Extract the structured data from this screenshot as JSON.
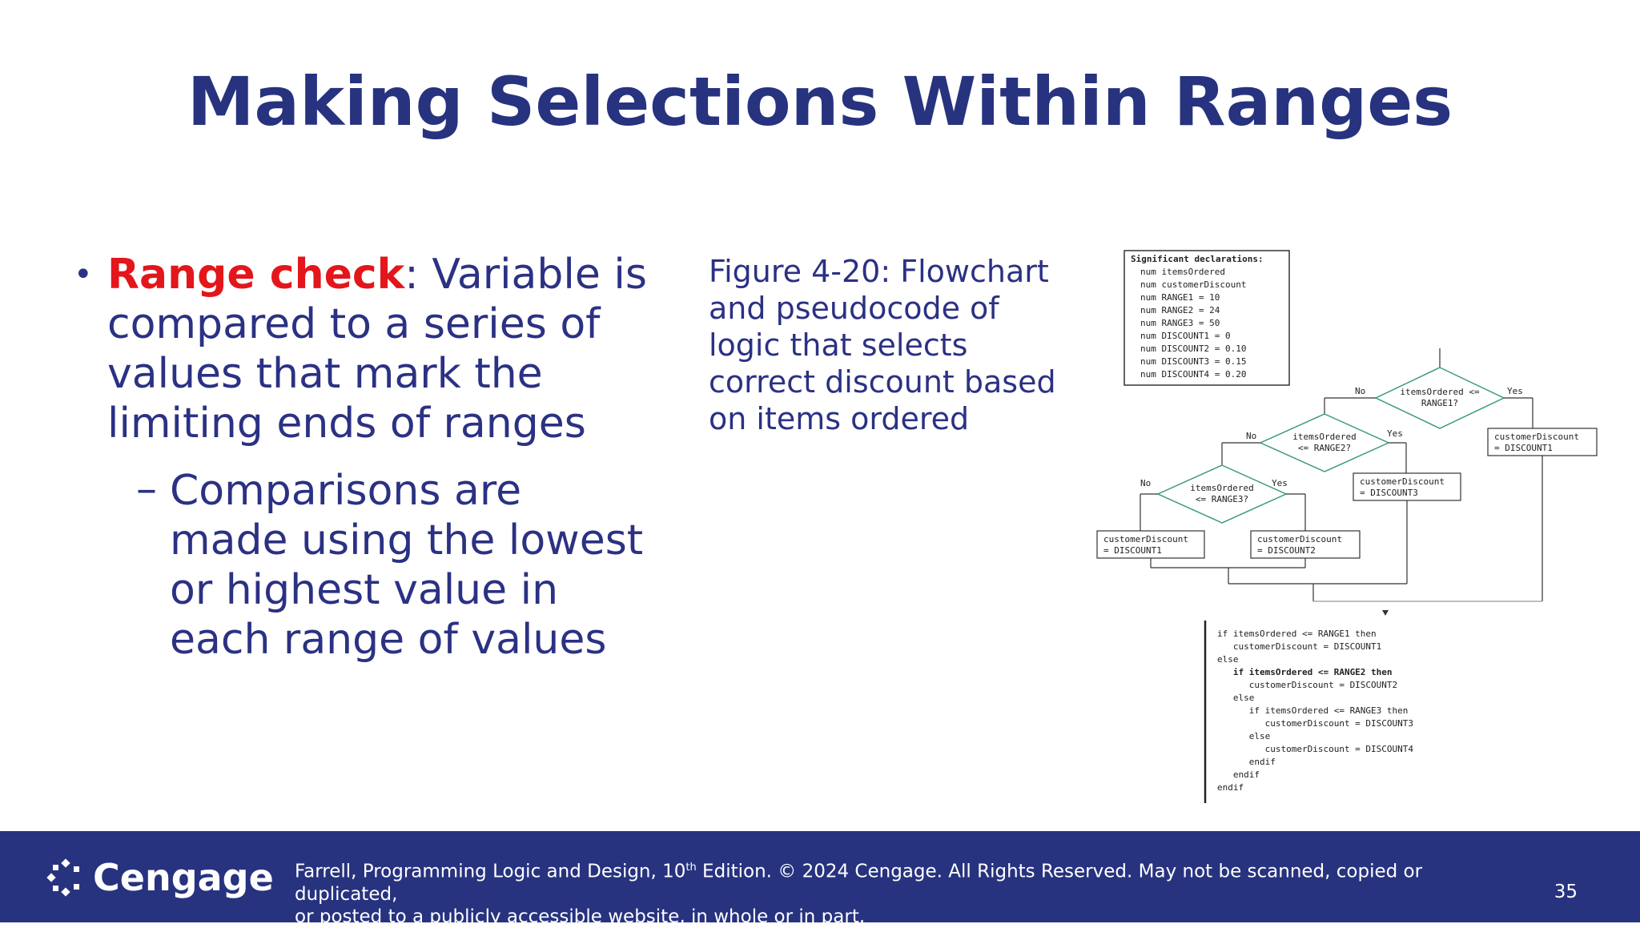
{
  "slide": {
    "title": "Making Selections Within Ranges",
    "bullet1_term": "Range check",
    "bullet1_rest": ": Variable is compared to a series of values that mark the limiting ends of ranges",
    "subbullet1": "Comparisons are made using the lowest or highest value in each range of values",
    "caption": "Figure 4-20: Flowchart and pseudocode of logic that selects correct discount based on items ordered"
  },
  "figure": {
    "declarations_title": "Significant declarations:",
    "declarations": [
      "num itemsOrdered",
      "num customerDiscount",
      "num RANGE1 = 10",
      "num RANGE2 = 24",
      "num RANGE3 = 50",
      "num DISCOUNT1 = 0",
      "num DISCOUNT2 = 0.10",
      "num DISCOUNT3 = 0.15",
      "num DISCOUNT4 = 0.20"
    ],
    "d1_line1": "itemsOrdered <=",
    "d1_line2": "RANGE1?",
    "d2_line1": "itemsOrdered",
    "d2_line2": "<= RANGE2?",
    "d3_line1": "itemsOrdered",
    "d3_line2": "<= RANGE3?",
    "no_label": "No",
    "yes_label": "Yes",
    "box_d4_l1": "customerDiscount",
    "box_d4_l2": "= DISCOUNT1",
    "box_d3_l1": "customerDiscount",
    "box_d3_l2": "= DISCOUNT2",
    "box_d1_l1": "customerDiscount",
    "box_d1_l2": "= DISCOUNT1",
    "box_d2_l1": "customerDiscount",
    "box_d2_l2": "= DISCOUNT3",
    "pseudocode": [
      "if itemsOrdered <= RANGE1 then",
      "   customerDiscount = DISCOUNT1",
      "else",
      "   if itemsOrdered <= RANGE2 then",
      "      customerDiscount = DISCOUNT2",
      "   else",
      "      if itemsOrdered <= RANGE3 then",
      "         customerDiscount = DISCOUNT3",
      "      else",
      "         customerDiscount = DISCOUNT4",
      "      endif",
      "   endif",
      "endif"
    ]
  },
  "footer": {
    "logo": "Cengage",
    "copyright_part1": "Farrell, Programming Logic and Design, 10",
    "copyright_sup": "th",
    "copyright_part2": " Edition. © 2024 Cengage. All Rights Reserved. May not be scanned, copied or duplicated,",
    "copyright_line2": "or posted to a publicly accessible website, in whole or in part.",
    "page_number": "35"
  },
  "colors": {
    "title": "#27337f",
    "body_text": "#2b3183",
    "highlight": "#e3161b",
    "footer_bg": "#27337f",
    "diamond_stroke": "#3a9a7a"
  }
}
